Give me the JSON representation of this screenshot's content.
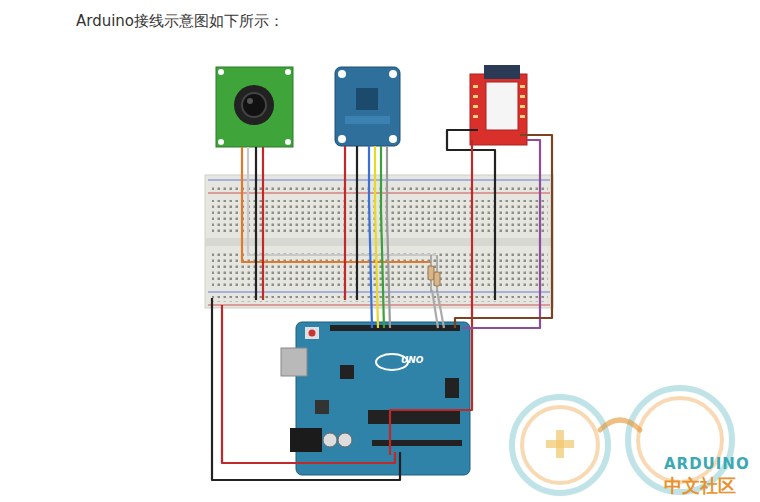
{
  "diagram": {
    "title": "Arduino接线示意图如下所示：",
    "labels": [
      "UNO",
      "ARDUINO",
      "中文社区"
    ]
  }
}
